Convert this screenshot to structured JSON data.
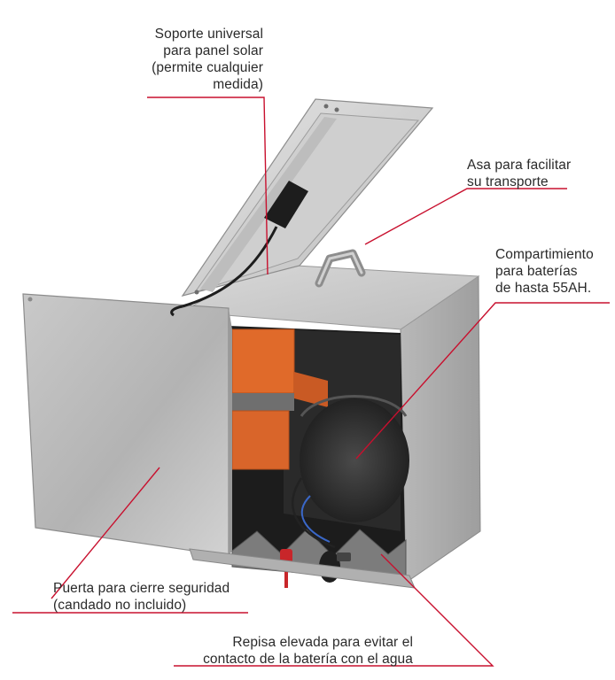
{
  "colors": {
    "leader_line": "#c8102e",
    "text": "#2a2a2a",
    "box_metal": "#bcbcbc",
    "battery_orange": "#e06a2a"
  },
  "callouts": [
    {
      "id": "soporte",
      "text": "Soporte universal\npara panel solar\n(permite cualquier\nmedida)"
    },
    {
      "id": "asa",
      "text": "Asa para facilitar\nsu transporte"
    },
    {
      "id": "compartimiento",
      "text": "Compartimiento\npara baterías\nde hasta 55AH."
    },
    {
      "id": "puerta",
      "text": "Puerta para cierre seguridad\n(candado no incluido)"
    },
    {
      "id": "repisa",
      "text": "Repisa elevada para evitar el\ncontacto de la batería con el agua"
    }
  ]
}
